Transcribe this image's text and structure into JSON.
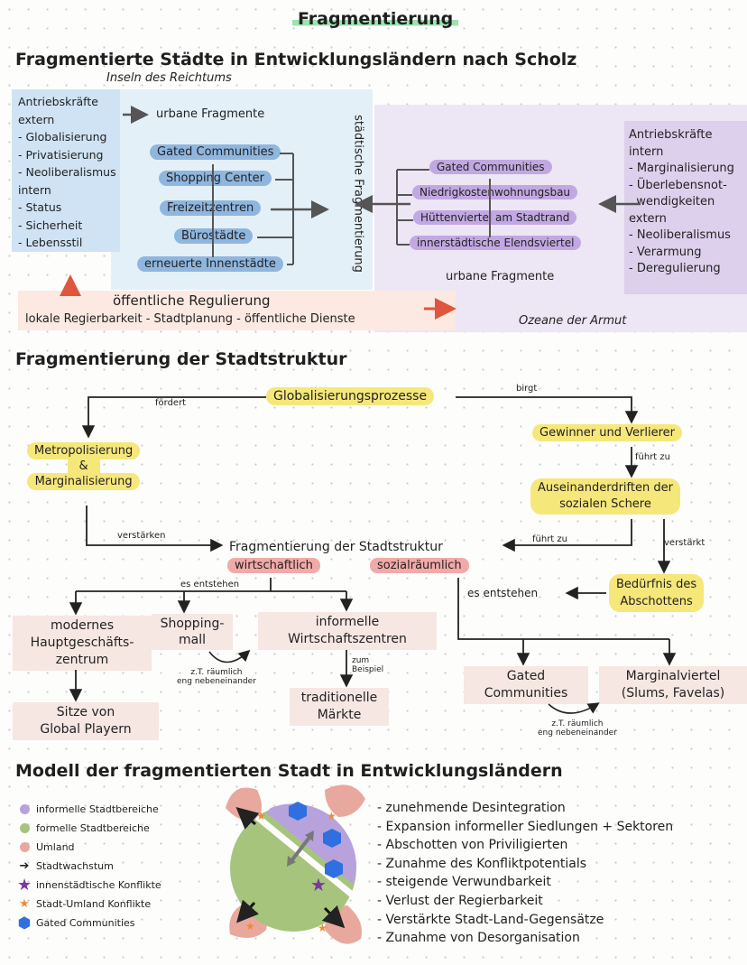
{
  "page_title": "Fragmentierung",
  "section1": {
    "title": "Fragmentierte Städte in Entwicklungsländern nach Scholz",
    "inseln_label": "Inseln des Reichtums",
    "left_drivers": [
      "Antriebskräfte",
      "extern",
      "- Globalisierung",
      "- Privatisierung",
      "- Neoliberalismus",
      "intern",
      "- Status",
      "- Sicherheit",
      "- Lebensstil"
    ],
    "urbane_fragmente_left": "urbane Fragmente",
    "rich_pills": [
      "Gated Communities",
      "Shopping Center",
      "Freizeitzentren",
      "Bürostädte",
      "erneuerte Innenstädte"
    ],
    "vertical_label": "städtische Fragmentierung",
    "poor_pills": [
      "Gated Communities",
      "Niedrigkostenwohnungsbau",
      "Hüttenviertel am Stadtrand",
      "innerstädtische Elendsviertel"
    ],
    "urbane_fragmente_right": "urbane Fragmente",
    "right_drivers": [
      "Antriebskräfte",
      "intern",
      "- Marginalisierung",
      "- Überlebensnot-",
      "  wendigkeiten",
      "extern",
      "- Neoliberalismus",
      "- Verarmung",
      "- Deregulierung"
    ],
    "public_regulation": "öffentliche Regulierung",
    "public_regulation_detail": "lokale Regierbarkeit - Stadtplanung - öffentliche Dienste",
    "ozeane": "Ozeane der Armut"
  },
  "section2": {
    "title": "Fragmentierung der Stadtstruktur",
    "globalisierung": "Globalisierungsprozesse",
    "foerdert": "fördert",
    "birgt": "birgt",
    "metropolisierung": [
      "Metropolisierung",
      "&",
      "Marginalisierung"
    ],
    "gewinner": "Gewinner und Verlierer",
    "fuehrt_zu_1": "führt zu",
    "auseinander": [
      "Auseinanderdriften der",
      "sozialen Schere"
    ],
    "verstaerken": "verstärken",
    "fuehrt_zu_2": "führt zu",
    "verstaerkt": "verstärkt",
    "fragmentierung": "Fragmentierung der Stadtstruktur",
    "wirtschaftlich": "wirtschaftlich",
    "sozialraeumlich": "sozialräumlich",
    "es_entstehen_left": "es entstehen",
    "es_entstehen_right": "es entstehen",
    "beduerfnis": [
      "Bedürfnis des",
      "Abschottens"
    ],
    "modernes": [
      "modernes",
      "Hauptgeschäfts-",
      "zentrum"
    ],
    "shopping": [
      "Shopping-",
      "mall"
    ],
    "informelle": [
      "informelle",
      "Wirtschaftszentren"
    ],
    "zt_left": [
      "z.T. räumlich",
      "eng nebeneinander"
    ],
    "zum_beispiel": [
      "zum",
      "Beispiel"
    ],
    "traditionelle": [
      "traditionelle",
      "Märkte"
    ],
    "sitze": [
      "Sitze von",
      "Global Playern"
    ],
    "gated": [
      "Gated",
      "Communities"
    ],
    "marginalviertel": [
      "Marginalviertel",
      "(Slums, Favelas)"
    ],
    "zt_right": [
      "z.T. räumlich",
      "eng nebeneinander"
    ]
  },
  "section3": {
    "title": "Modell der fragmentierten Stadt in Entwicklungsländern",
    "legend": [
      {
        "label": "informelle Stadtbereiche",
        "icon": "purple-dot",
        "color": "#b7a2dc"
      },
      {
        "label": "formelle Stadtbereiche",
        "icon": "green-dot",
        "color": "#a7c47d"
      },
      {
        "label": "Umland",
        "icon": "salmon-dot",
        "color": "#e9a89d"
      },
      {
        "label": "Stadtwachstum",
        "icon": "arrow-right"
      },
      {
        "label": "innenstädtische Konflikte",
        "icon": "purple-star",
        "color": "#7a3a9a"
      },
      {
        "label": "Stadt-Umland Konflikte",
        "icon": "orange-star",
        "color": "#f08a3a"
      },
      {
        "label": "Gated Communities",
        "icon": "blue-hexagon",
        "color": "#2f6fe0"
      }
    ],
    "consequences": [
      "- zunehmende Desintegration",
      "- Expansion informeller Siedlungen + Sektoren",
      "- Abschotten von Priviligierten",
      "- Zunahme des Konfliktpotentials",
      "- steigende Verwundbarkeit",
      "- Verlust der Regierbarkeit",
      "- Verstärkte Stadt-Land-Gegensätze",
      "- Zunahme von Desorganisation"
    ]
  }
}
